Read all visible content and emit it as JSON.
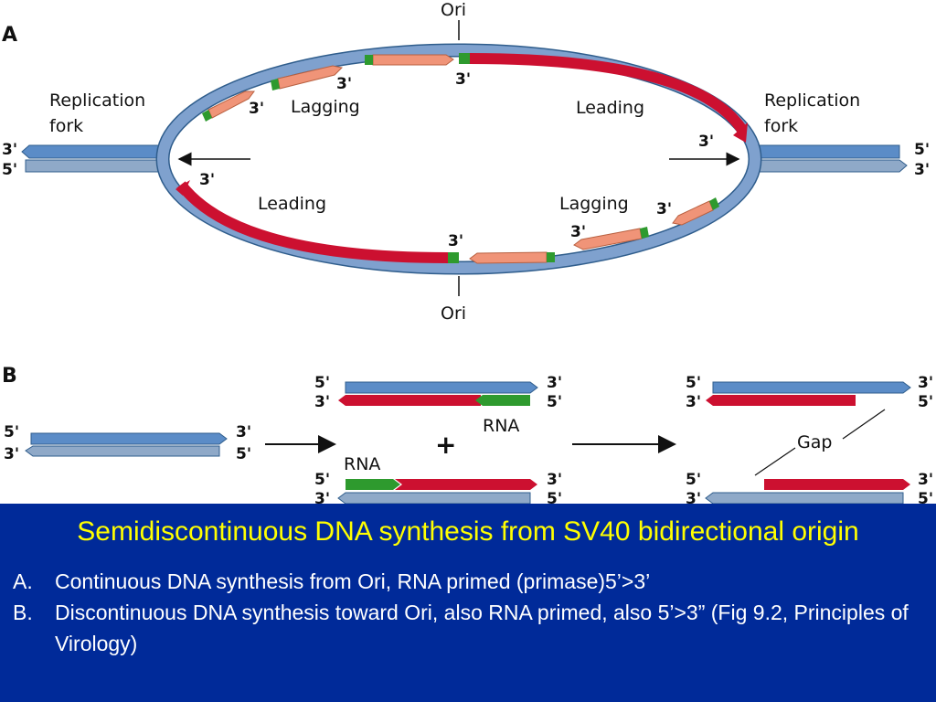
{
  "panel_a": {
    "label": "A",
    "ori_top": "Ori",
    "ori_bottom": "Ori",
    "fork_left": "Replication\nfork",
    "fork_right": "Replication\nfork",
    "lagging_top": "Lagging",
    "leading_top": "Leading",
    "leading_bottom": "Leading",
    "lagging_bottom": "Lagging",
    "three_prime": "3'",
    "five_prime": "5'"
  },
  "panel_b": {
    "label": "B",
    "rna": "RNA",
    "plus": "+",
    "gap": "Gap",
    "three_prime": "3'",
    "five_prime": "5'"
  },
  "colors": {
    "parental_dark": "#5b8cc7",
    "parental_light": "#8fa9c8",
    "leading": "#cc1030",
    "lagging": "#f09478",
    "primer": "#2e9a2e",
    "caption_bg": "#002a99",
    "title": "#ffff00"
  },
  "caption": {
    "title": "Semidiscontinuous DNA synthesis from SV40  bidirectional origin",
    "items": [
      {
        "marker": "A.",
        "text": "Continuous DNA synthesis from Ori, RNA primed (primase)5’>3’"
      },
      {
        "marker": "B.",
        "text": "Discontinuous DNA synthesis toward Ori, also RNA primed, also 5’>3” (Fig 9.2, Principles of Virology)"
      }
    ]
  }
}
